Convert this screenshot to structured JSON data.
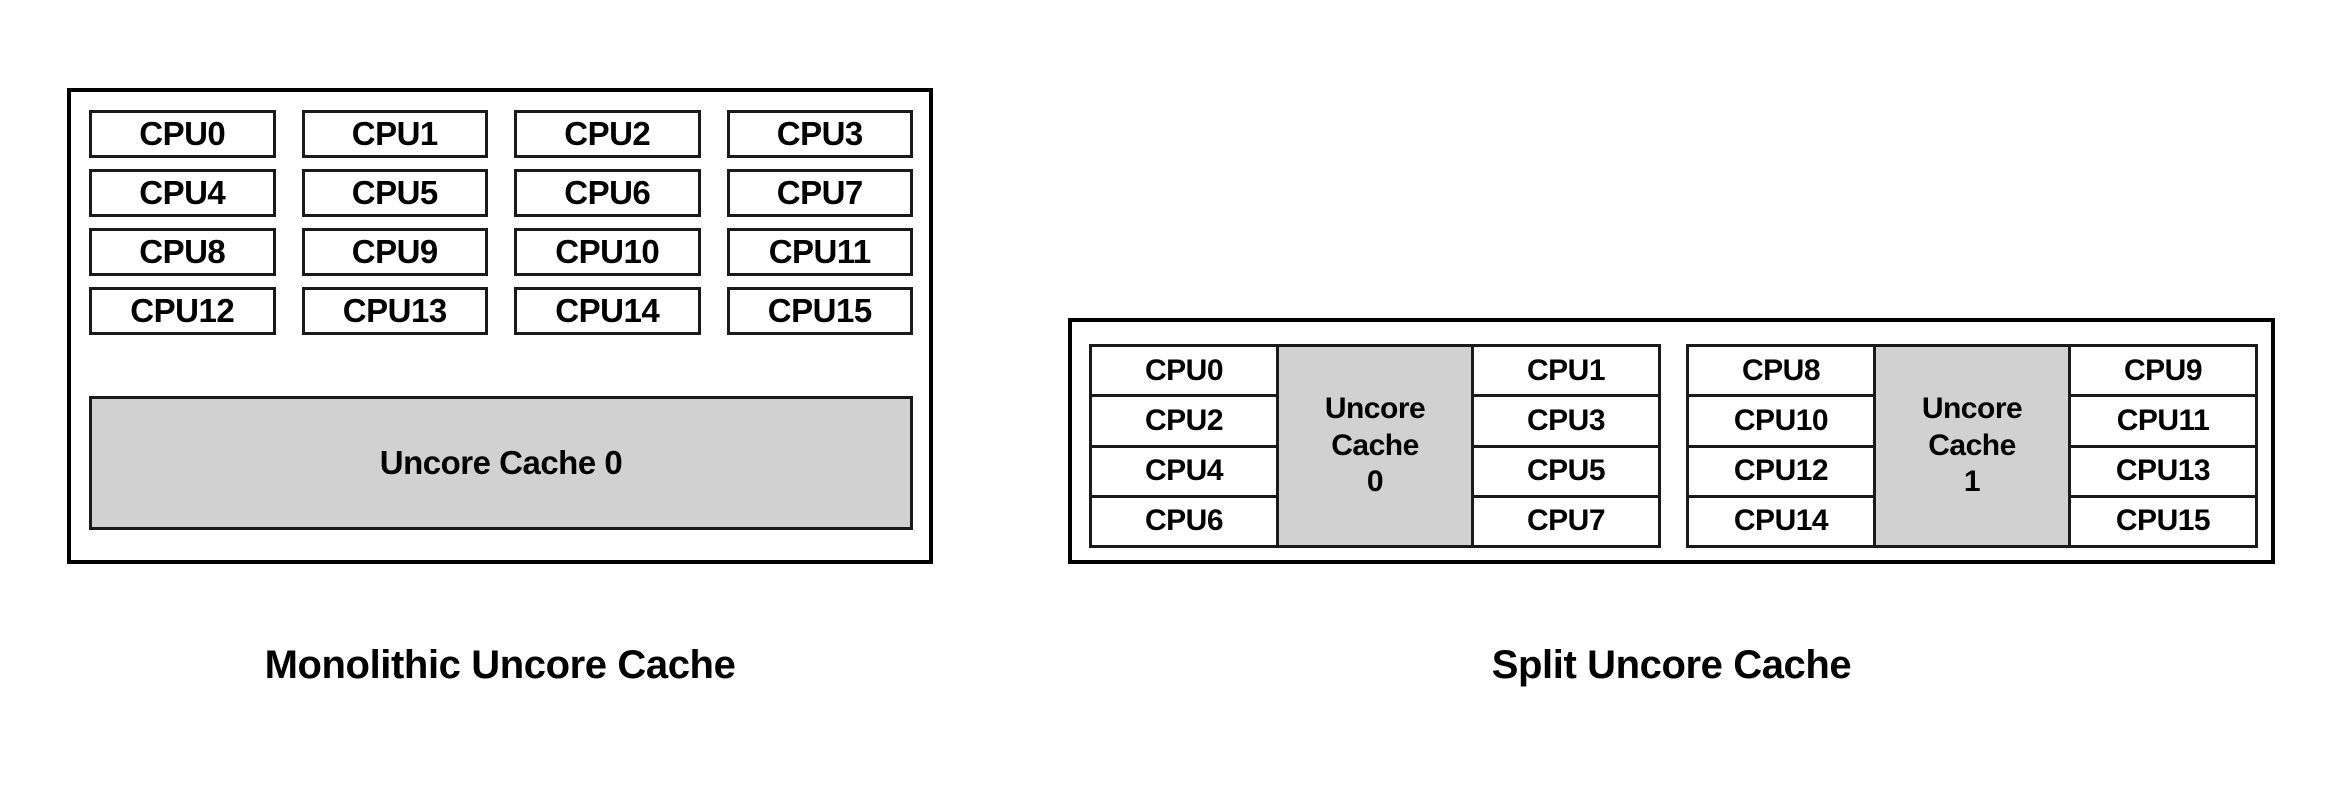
{
  "figure": {
    "title_left": "Monolithic Uncore Cache",
    "title_right": "Split Uncore Cache",
    "cache_fill_color": "#d1d1d1",
    "border_color": "#000000",
    "background_color": "#ffffff"
  },
  "monolithic": {
    "caption": "Monolithic Uncore Cache",
    "cpu_rows": [
      [
        "CPU0",
        "CPU1",
        "CPU2",
        "CPU3"
      ],
      [
        "CPU4",
        "CPU5",
        "CPU6",
        "CPU7"
      ],
      [
        "CPU8",
        "CPU9",
        "CPU10",
        "CPU11"
      ],
      [
        "CPU12",
        "CPU13",
        "CPU14",
        "CPU15"
      ]
    ],
    "cache_label": "Uncore Cache 0"
  },
  "split": {
    "caption": "Split Uncore Cache",
    "groups": [
      {
        "left_column": [
          "CPU0",
          "CPU2",
          "CPU4",
          "CPU6"
        ],
        "cache_label_line1": "Uncore",
        "cache_label_line2": "Cache",
        "cache_label_line3": "0",
        "right_column": [
          "CPU1",
          "CPU3",
          "CPU5",
          "CPU7"
        ]
      },
      {
        "left_column": [
          "CPU8",
          "CPU10",
          "CPU12",
          "CPU14"
        ],
        "cache_label_line1": "Uncore",
        "cache_label_line2": "Cache",
        "cache_label_line3": "1",
        "right_column": [
          "CPU9",
          "CPU11",
          "CPU13",
          "CPU15"
        ]
      }
    ]
  }
}
